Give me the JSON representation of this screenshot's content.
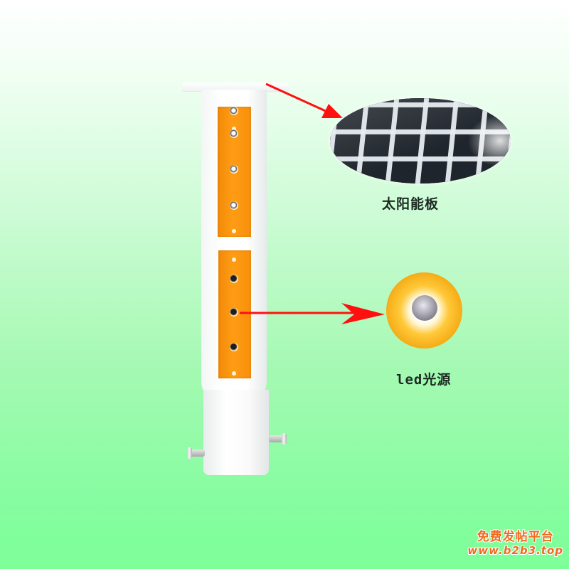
{
  "diagram": {
    "subject": "solar LED warning post",
    "callouts": [
      {
        "id": "solar-panel",
        "label": "太阳能板",
        "points_to": "post-top-cap"
      },
      {
        "id": "led-source",
        "label": "led光源",
        "points_to": "reflector-hole"
      }
    ],
    "arrow_color": "#ff1010",
    "reflector_color": "#f7900c",
    "background_gradient": [
      "#ffffff",
      "#7dff98"
    ]
  },
  "watermark": {
    "line1": "免费发帖平台",
    "line2": "www.b2b3.top",
    "color": "#f06a1e"
  }
}
